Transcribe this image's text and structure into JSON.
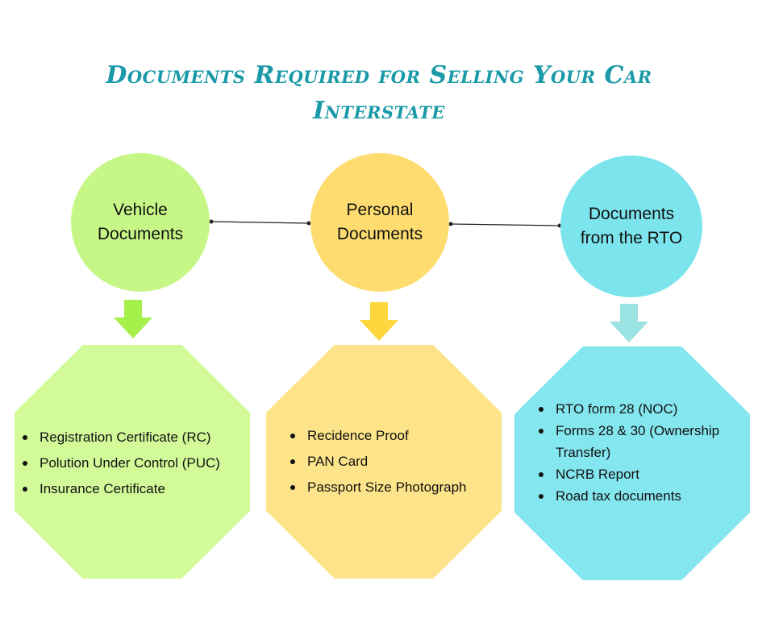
{
  "title": {
    "line1": "Documents Required for Selling Your Car",
    "line2": "Interstate"
  },
  "colors": {
    "title": "#1a9aa8",
    "vehicle_circle": "#c6f786",
    "vehicle_arrow": "#a6f04b",
    "vehicle_octagon": "#d2fa99",
    "personal_circle": "#fedc6f",
    "personal_arrow": "#fcd73e",
    "personal_octagon": "#fde48a",
    "rto_circle": "#7be4ec",
    "rto_arrow": "#9ce3e3",
    "rto_octagon": "#84e6ee",
    "connector": "#222222"
  },
  "categories": [
    {
      "label": "Vehicle\nDocuments",
      "items": [
        "Registration Certificate (RC)",
        "Polution Under Control (PUC)",
        "Insurance Certificate"
      ]
    },
    {
      "label": "Personal\nDocuments",
      "items": [
        "Recidence Proof",
        "PAN Card",
        "Passport Size Photograph"
      ]
    },
    {
      "label": "Documents\nfrom the RTO",
      "items": [
        "RTO form 28 (NOC)",
        "Forms 28 & 30 (Ownership Transfer)",
        "NCRB Report",
        "Road tax documents"
      ]
    }
  ]
}
